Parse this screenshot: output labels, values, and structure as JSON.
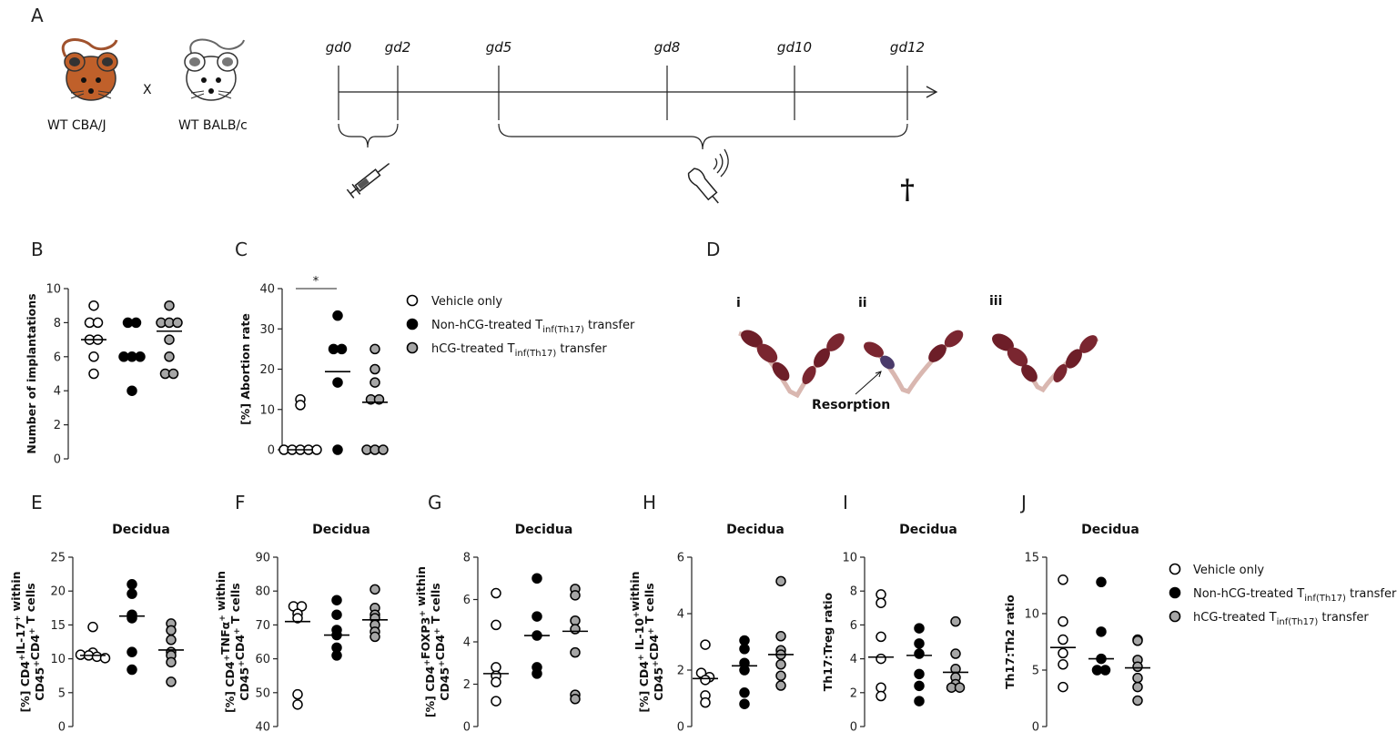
{
  "panel_letters": {
    "a": "A",
    "b": "B",
    "c": "C",
    "d": "D",
    "e": "E",
    "f": "F",
    "g": "G",
    "h": "H",
    "i": "I",
    "j": "J"
  },
  "panel_a": {
    "mouse_left": "WT CBA/J",
    "cross": "X",
    "mouse_right": "WT BALB/c",
    "timepoints": [
      "gd0",
      "gd2",
      "gd5",
      "gd8",
      "gd10",
      "gd12"
    ],
    "cross_symbol": "†"
  },
  "panel_d": {
    "labels": [
      "i",
      "ii",
      "iii"
    ],
    "annotation": "Resorption"
  },
  "legend": {
    "entries": [
      {
        "pre": "Vehicle only",
        "sub": "",
        "post": ""
      },
      {
        "pre": "Non-hCG-treated T",
        "sub": "inf(Th17)",
        "post": " transfer"
      },
      {
        "pre": "hCG-treated T",
        "sub": "inf(Th17)",
        "post": " transfer"
      }
    ]
  },
  "colors": {
    "vehicle": "#ffffff",
    "non_hcg": "#000000",
    "hcg": "#a6a6a6",
    "tissue": "#7a2630"
  },
  "significance": "*",
  "chart_data": [
    {
      "id": "B",
      "type": "scatter",
      "title": "",
      "ylabel": "Number of implantations",
      "ylim": [
        0,
        10
      ],
      "ticks": [
        0,
        2,
        4,
        6,
        8,
        10
      ],
      "series": [
        {
          "values": [
            9,
            8,
            8,
            7,
            7,
            6,
            5
          ],
          "median": 7
        },
        {
          "values": [
            8,
            8,
            6,
            6,
            6,
            4
          ],
          "median": 6
        },
        {
          "values": [
            9,
            8,
            8,
            8,
            7,
            6,
            5,
            5
          ],
          "median": 7.5
        }
      ]
    },
    {
      "id": "C",
      "type": "scatter",
      "title": "",
      "ylabel": "[%] Abortion rate",
      "ylim": [
        0,
        40
      ],
      "ticks": [
        0,
        10,
        20,
        30,
        40
      ],
      "series": [
        {
          "values": [
            12.5,
            11.1,
            0,
            0,
            0,
            0,
            0
          ],
          "median": 0
        },
        {
          "values": [
            33.3,
            25,
            25,
            16.7,
            0
          ],
          "median": 19.4
        },
        {
          "values": [
            25,
            20,
            16.7,
            12.5,
            12.5,
            0,
            0,
            0
          ],
          "median": 11.8
        }
      ]
    },
    {
      "id": "E",
      "type": "scatter",
      "title": "Decidua",
      "ylabel": "[%] CD4+IL-17+ within CD45+CD4+ T cells",
      "ylim": [
        0,
        25
      ],
      "ticks": [
        0,
        5,
        10,
        15,
        20,
        25
      ],
      "series": [
        {
          "values": [
            14.7,
            10.9,
            10.6,
            10.5,
            10.3,
            10.1
          ],
          "median": 10.5
        },
        {
          "values": [
            21,
            19.6,
            16.5,
            16,
            11,
            8.4
          ],
          "median": 16.3
        },
        {
          "values": [
            15.2,
            14.2,
            12.8,
            11,
            10.5,
            9.5,
            6.6
          ],
          "median": 11.3
        }
      ]
    },
    {
      "id": "F",
      "type": "scatter",
      "title": "Decidua",
      "ylabel": "[%] CD4+TNFα+ within CD45+CD4+ T cells",
      "ylim": [
        40,
        90
      ],
      "ticks": [
        40,
        50,
        60,
        70,
        80,
        90
      ],
      "series": [
        {
          "values": [
            75.5,
            75.5,
            73.3,
            72,
            49.5,
            46.5
          ],
          "median": 71
        },
        {
          "values": [
            77.3,
            73,
            68.5,
            67,
            63.3,
            61
          ],
          "median": 67
        },
        {
          "values": [
            80.5,
            75,
            73,
            72,
            70,
            68,
            66.5
          ],
          "median": 71.5
        }
      ]
    },
    {
      "id": "G",
      "type": "scatter",
      "title": "Decidua",
      "ylabel": "[%] CD4+FOXP3+ within CD45+CD4+ T cells",
      "ylim": [
        0,
        8
      ],
      "ticks": [
        0,
        2,
        4,
        6,
        8
      ],
      "series": [
        {
          "values": [
            6.3,
            4.8,
            2.8,
            2.4,
            2.1,
            1.2
          ],
          "median": 2.5
        },
        {
          "values": [
            7,
            5.2,
            4.3,
            2.8,
            2.5
          ],
          "median": 4.3
        },
        {
          "values": [
            6.5,
            6.2,
            5,
            4.6,
            3.5,
            1.5,
            1.3
          ],
          "median": 4.5
        }
      ]
    },
    {
      "id": "H",
      "type": "scatter",
      "title": "Decidua",
      "ylabel": "[%] CD4+ IL-10+within CD45+CD4+ T cells",
      "ylim": [
        0,
        6
      ],
      "ticks": [
        0,
        2,
        4,
        6
      ],
      "series": [
        {
          "values": [
            2.9,
            1.9,
            1.75,
            1.65,
            1.1,
            0.85
          ],
          "median": 1.7
        },
        {
          "values": [
            3.05,
            2.75,
            2.25,
            2,
            1.2,
            0.8
          ],
          "median": 2.15
        },
        {
          "values": [
            5.15,
            3.2,
            2.7,
            2.55,
            2.2,
            1.8,
            1.45
          ],
          "median": 2.55
        }
      ]
    },
    {
      "id": "I",
      "type": "scatter",
      "title": "Decidua",
      "ylabel": "Th17:Treg ratio",
      "ylim": [
        0,
        10
      ],
      "ticks": [
        0,
        2,
        4,
        6,
        8,
        10
      ],
      "series": [
        {
          "values": [
            7.8,
            7.3,
            5.3,
            4,
            2.3,
            1.8
          ],
          "median": 4.1
        },
        {
          "values": [
            5.8,
            4.9,
            4.3,
            3.1,
            2.4,
            1.5
          ],
          "median": 4.2
        },
        {
          "values": [
            6.2,
            4.3,
            3.4,
            2.9,
            2.5,
            2.3,
            2.3
          ],
          "median": 3.2
        }
      ]
    },
    {
      "id": "J",
      "type": "scatter",
      "title": "Decidua",
      "ylabel": "Th17:Th2  ratio",
      "ylim": [
        0,
        15
      ],
      "ticks": [
        0,
        5,
        10,
        15
      ],
      "series": [
        {
          "values": [
            13,
            9.3,
            7.7,
            6.5,
            5.5,
            3.5
          ],
          "median": 7
        },
        {
          "values": [
            12.8,
            8.4,
            6,
            5,
            5
          ],
          "median": 6
        },
        {
          "values": [
            7.7,
            7.6,
            5.9,
            5.3,
            4.3,
            3.5,
            2.3
          ],
          "median": 5.2
        }
      ]
    }
  ]
}
